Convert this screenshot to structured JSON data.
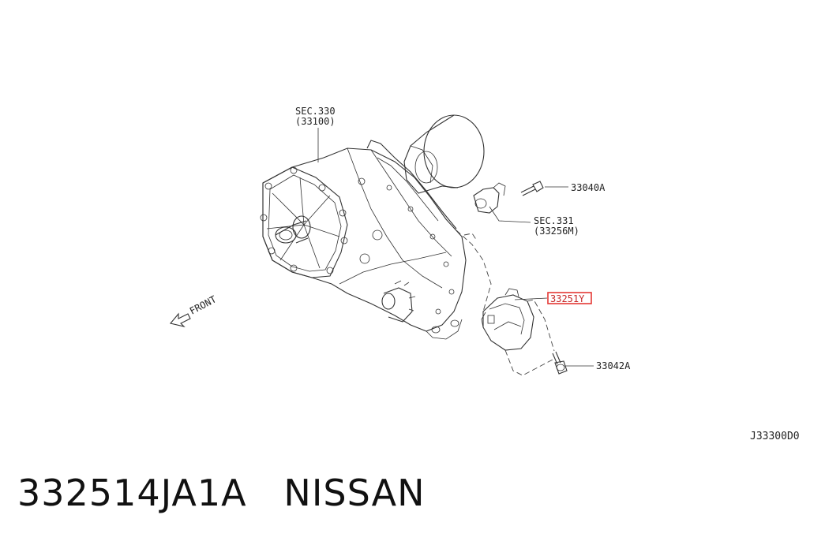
{
  "labels": {
    "sec330": "SEC.330",
    "sec330_ref": "(33100)",
    "sec331": "SEC.331",
    "sec331_ref": "(33256M)",
    "p33040a": "33040A",
    "p33251y": "33251Y",
    "p33042a": "33042A",
    "front": "FRONT",
    "diagram_code": "J33300D0"
  },
  "caption": "332514JA1A   NISSAN",
  "colors": {
    "highlight": "#e53935",
    "line": "#333333"
  },
  "icons": {
    "front_arrow": "arrow-left-down-icon"
  }
}
